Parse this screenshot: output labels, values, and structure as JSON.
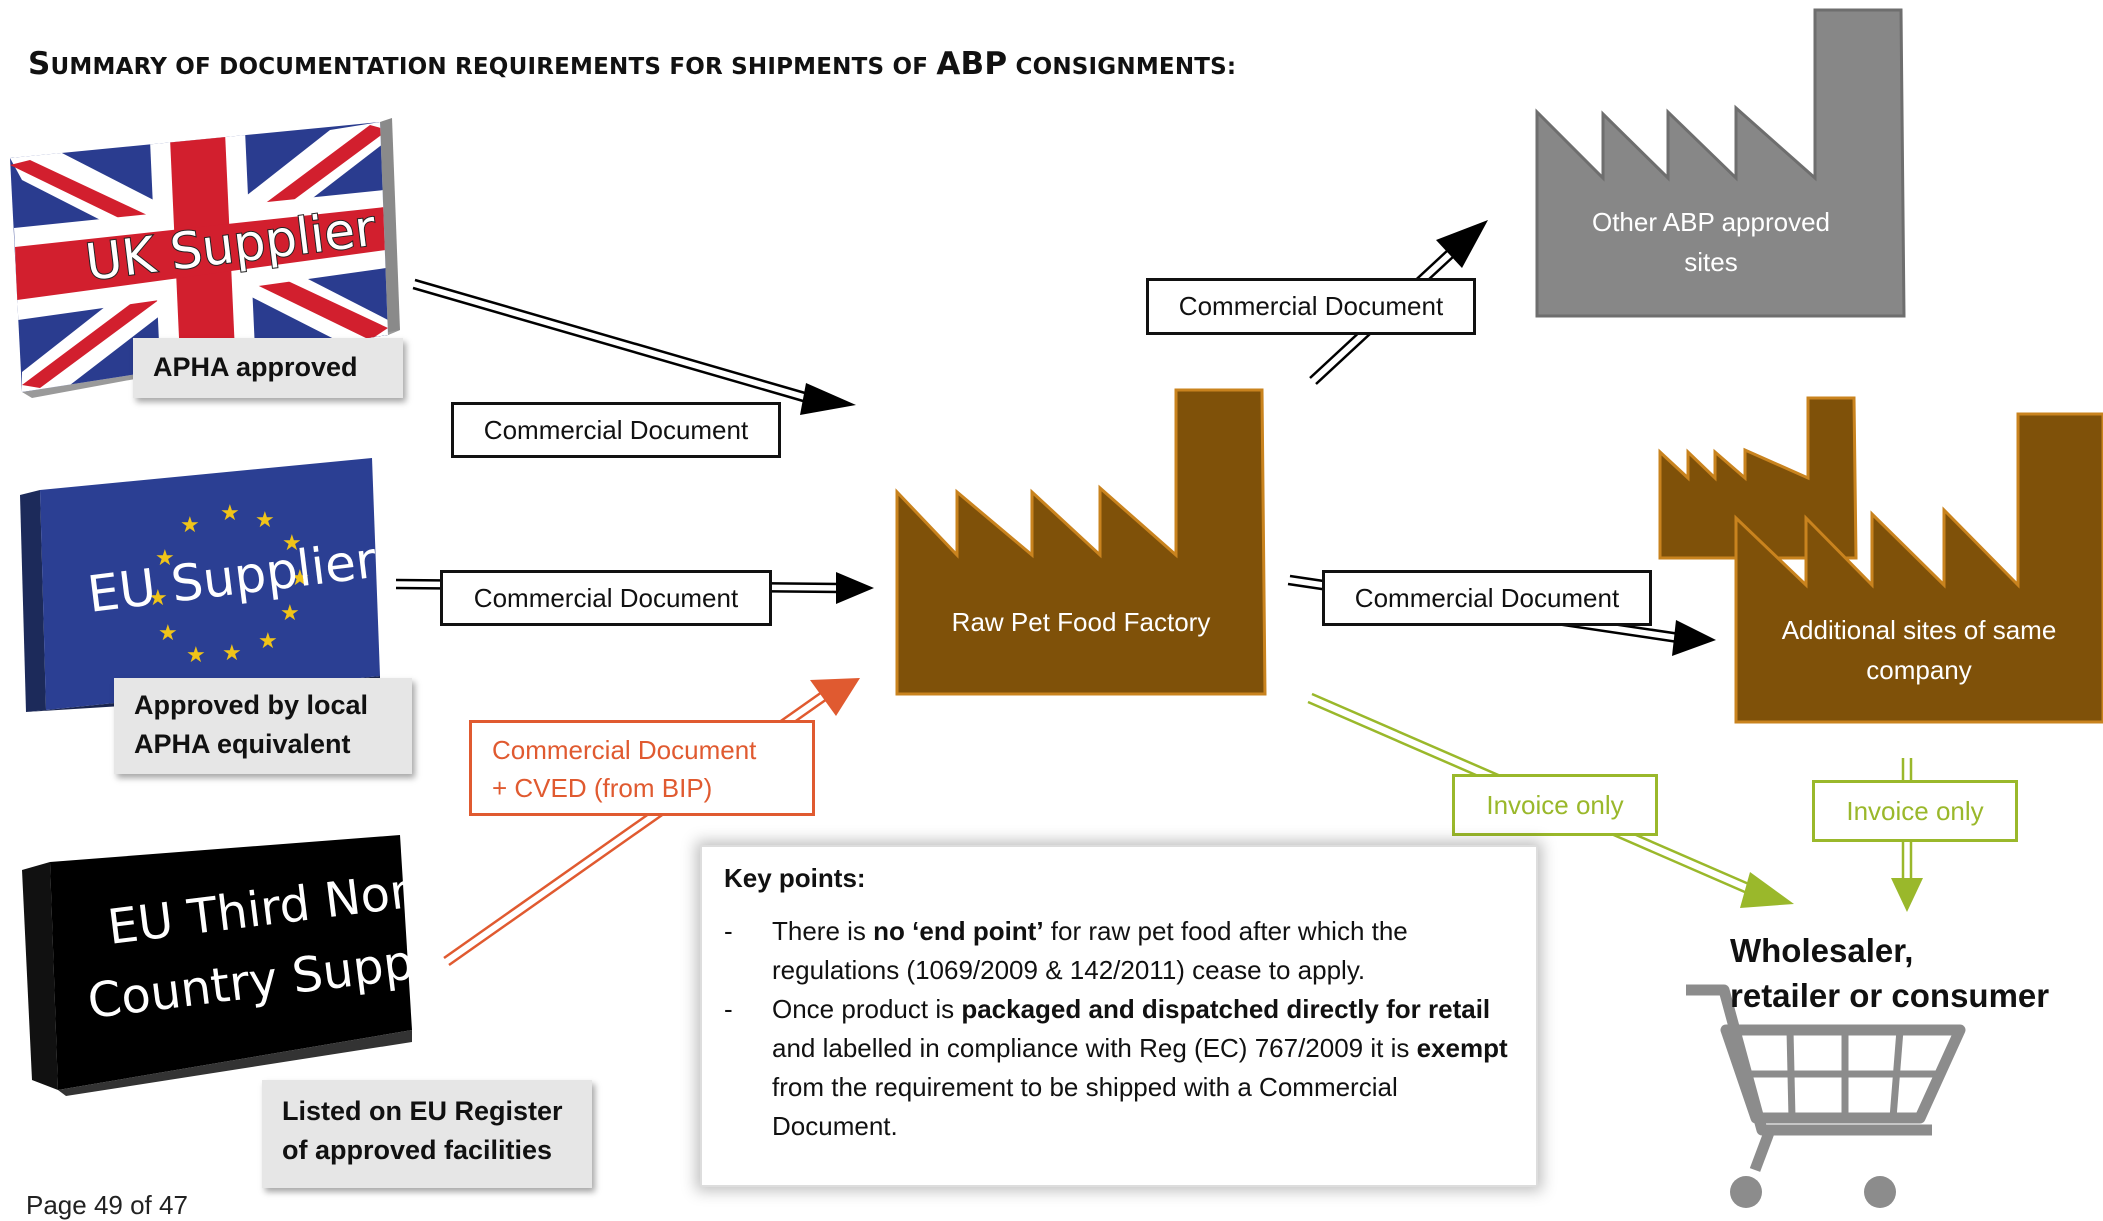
{
  "title": {
    "prefix_big": "S",
    "prefix_rest": "UMMARY OF DOCUMENTATION REQUIREMENTS FOR SHIPMENTS OF ",
    "abbr": "ABP",
    "suffix": " CONSIGNMENTS:"
  },
  "suppliers": {
    "uk": {
      "name": "UK Supplier",
      "status": "APHA approved"
    },
    "eu": {
      "name": "EU Supplier",
      "status_line1": "Approved by local",
      "status_line2": "APHA equivalent"
    },
    "third": {
      "name_line1": "EU Third Non-",
      "name_line2": "Country Supplier",
      "status_line1": "Listed on EU Register",
      "status_line2": "of approved facilities"
    }
  },
  "documents": {
    "uk_to_factory": "Commercial Document",
    "eu_to_factory": "Commercial Document",
    "third_to_factory_line1": "Commercial Document",
    "third_to_factory_line2": "+ CVED (from BIP)",
    "factory_to_other": "Commercial Document",
    "factory_to_additional": "Commercial Document",
    "factory_invoice": "Invoice only",
    "additional_invoice": "Invoice only"
  },
  "sites": {
    "factory": "Raw Pet Food Factory",
    "other_line1": "Other ABP approved",
    "other_line2": "sites",
    "additional_line1": "Additional sites of same",
    "additional_line2": "company"
  },
  "destination": {
    "line1": "Wholesaler,",
    "line2": "retailer or consumer"
  },
  "key_points": {
    "title": "Key points:",
    "item1": {
      "a": "There is ",
      "b": "no ‘end point’",
      "c": " for raw pet food after which the regulations (1069/2009 & 142/2011) cease to apply."
    },
    "item2": {
      "a": "Once product is ",
      "b": "packaged and dispatched directly for retail",
      "c": " and labelled in compliance with Reg (EC) 767/2009 it is ",
      "d": "exempt",
      "e": " from the requirement to be shipped with a Commercial Document."
    }
  },
  "page": "Page 49 of 47",
  "colors": {
    "brown": "#7f5109",
    "brown_border": "#c9831e",
    "grey_factory": "#878787",
    "red": "#e05a30",
    "green": "#9ab82b"
  },
  "icons": [
    "union-flag-icon",
    "eu-flag-icon",
    "factory-icon",
    "shopping-cart-icon"
  ]
}
